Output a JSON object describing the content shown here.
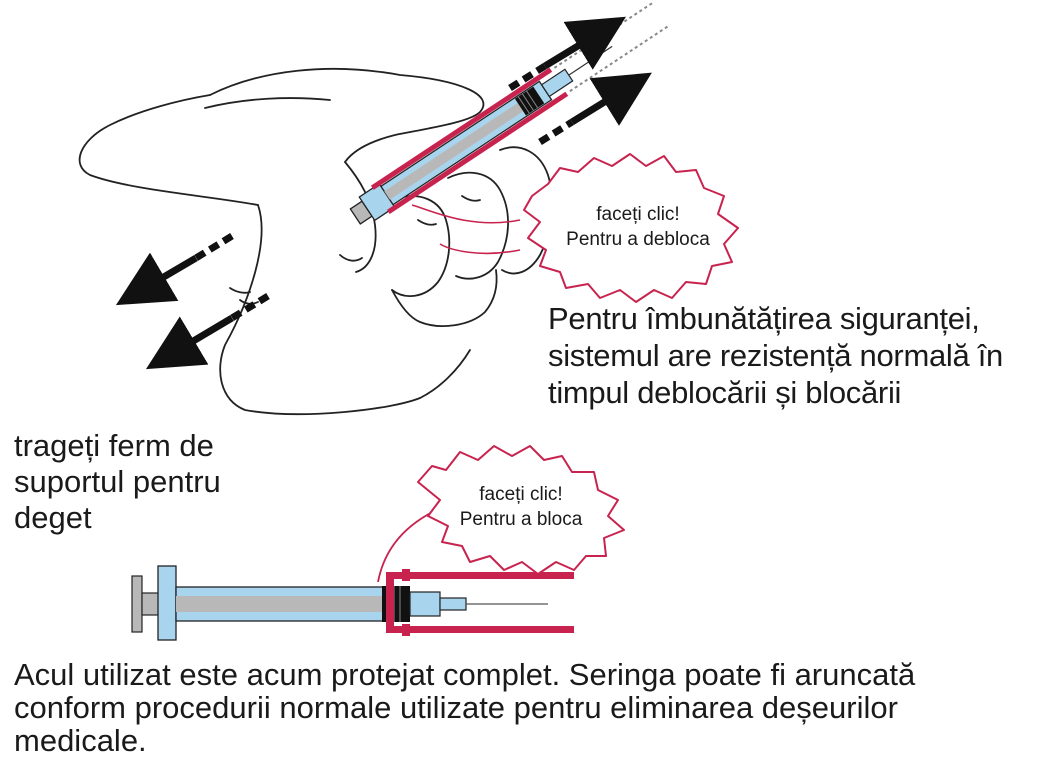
{
  "colors": {
    "outline": "#222222",
    "bubble_border": "#c8234e",
    "syringe_barrel": "#a8d4ee",
    "plunger_grey": "#b8b8b8",
    "guard_red": "#c8234e",
    "arrow_black": "#111111"
  },
  "icons": {
    "hand": "hand-holding-syringe-illustration",
    "arrow": "motion-arrow-icon",
    "syringe": "syringe-with-safety-guard-illustration"
  },
  "bubble_unlock": {
    "line1": "faceți clic!",
    "line2": "Pentru a debloca"
  },
  "bubble_lock": {
    "line1": "faceți clic!",
    "line2": "Pentru a bloca"
  },
  "safety_note": {
    "lines": [
      "Pentru îmbunătățirea siguranței,",
      "sistemul are rezistență normală în",
      "timpul deblocării și blocării"
    ]
  },
  "pull_note": {
    "lines": [
      "trageți ferm de",
      "suportul pentru",
      "deget"
    ]
  },
  "bottom_note": {
    "lines": [
      "Acul utilizat este acum protejat complet. Seringa poate fi aruncată",
      "conform procedurii normale utilizate pentru eliminarea deșeurilor",
      "medicale."
    ]
  }
}
